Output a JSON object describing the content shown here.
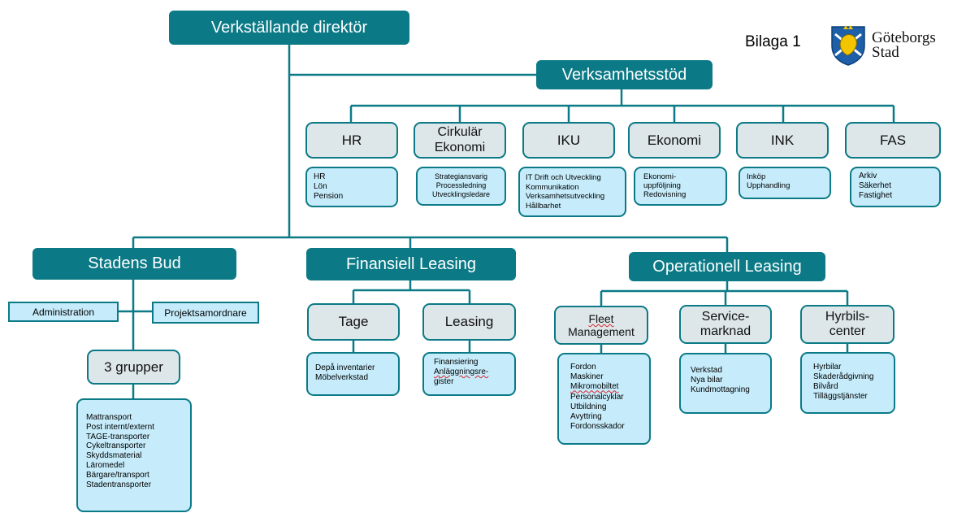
{
  "header": {
    "attachment_label": "Bilaga 1",
    "logo_text_line1": "Göteborgs",
    "logo_text_line2": "Stad"
  },
  "director": {
    "label": "Verkställande direktör"
  },
  "support": {
    "label": "Verksamhetsstöd",
    "units": [
      {
        "label": "HR",
        "items": [
          "HR",
          "Lön",
          "Pension"
        ]
      },
      {
        "label": "Cirkulär Ekonomi",
        "items": [
          "Strategiansvarig",
          "Processledning",
          "Utvecklingsledare"
        ]
      },
      {
        "label": "IKU",
        "items": [
          "IT Drift och Utveckling",
          "Kommunikation",
          "Verksamhetsutveckling",
          "Hållbarhet"
        ]
      },
      {
        "label": "Ekonomi",
        "items": [
          "Ekonomi-",
          "uppföljning",
          "Redovisning"
        ]
      },
      {
        "label": "INK",
        "items": [
          "Inköp",
          "Upphandling"
        ]
      },
      {
        "label": "FAS",
        "items": [
          "Arkiv",
          "Säkerhet",
          "Fastighet"
        ]
      }
    ]
  },
  "stadens_bud": {
    "label": "Stadens Bud",
    "administration": "Administration",
    "projektsamordnare": "Projektsamordnare",
    "groups_label": "3 grupper",
    "groups_items": [
      "Mattransport",
      "Post internt/externt",
      "TAGE-transporter",
      "Cykeltransporter",
      "Skyddsmaterial",
      "Läromedel",
      "Bärgare/transport",
      "Stadentransporter"
    ]
  },
  "finansiell_leasing": {
    "label": "Finansiell Leasing",
    "units": [
      {
        "label": "Tage",
        "items": [
          "Depå inventarier",
          "Möbelverkstad"
        ]
      },
      {
        "label": "Leasing",
        "items": [
          "Finansiering",
          "Anläggningsre-",
          "gister"
        ]
      }
    ]
  },
  "operationell_leasing": {
    "label": "Operationell Leasing",
    "units": [
      {
        "label_line1": "Fleet",
        "label_line2": "Management",
        "items": [
          "Fordon",
          "Maskiner",
          "Mikromobiltet",
          "Personalcyklar",
          "Utbildning",
          "Avyttring",
          "Fordonsskador"
        ]
      },
      {
        "label_line1": "Service-",
        "label_line2": "marknad",
        "items": [
          "Verkstad",
          "Nya bilar",
          "Kundmottagning"
        ]
      },
      {
        "label_line1": "Hyrbils-",
        "label_line2": "center",
        "items": [
          "Hyrbilar",
          "Skaderådgivning",
          "Bilvård",
          "Tilläggstjänster"
        ]
      }
    ]
  },
  "colors": {
    "teal": "#0b7a86",
    "grey_box": "#dde6e9",
    "light_box": "#c6ecfb",
    "logo_blue": "#1d5fa8",
    "logo_yellow": "#f2c500"
  }
}
